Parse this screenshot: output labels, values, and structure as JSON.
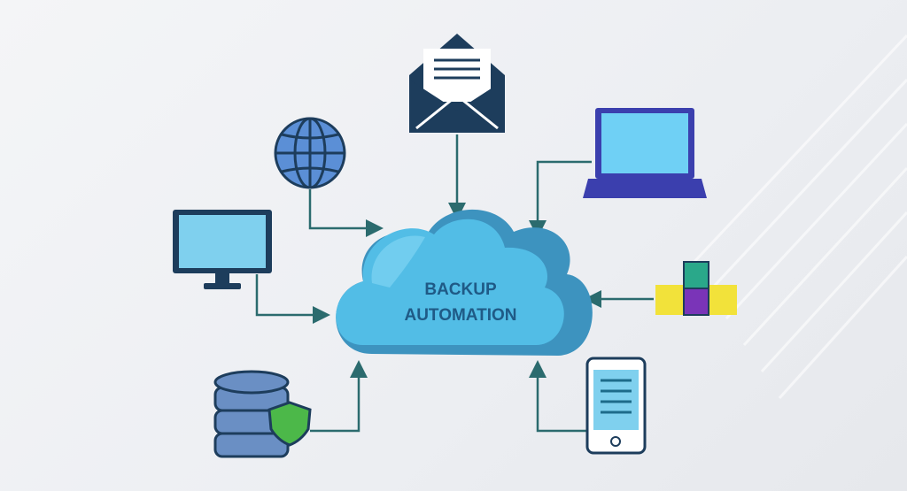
{
  "diagram": {
    "center_label_line1": "BACKUP",
    "center_label_line2": "AUTOMATION",
    "nodes": [
      {
        "id": "email",
        "icon": "envelope-icon"
      },
      {
        "id": "web",
        "icon": "globe-icon"
      },
      {
        "id": "laptop",
        "icon": "laptop-icon"
      },
      {
        "id": "desktop",
        "icon": "monitor-icon"
      },
      {
        "id": "apps",
        "icon": "blocks-icon"
      },
      {
        "id": "database",
        "icon": "secure-database-icon"
      },
      {
        "id": "mobile",
        "icon": "smartphone-icon"
      }
    ],
    "colors": {
      "cloud_front": "#52bde6",
      "cloud_back": "#3d93bf",
      "connector": "#2b6b6e",
      "icon_dark": "#1d3d5c",
      "icon_fill": "#7fd0ee",
      "shield": "#4cb849"
    }
  }
}
